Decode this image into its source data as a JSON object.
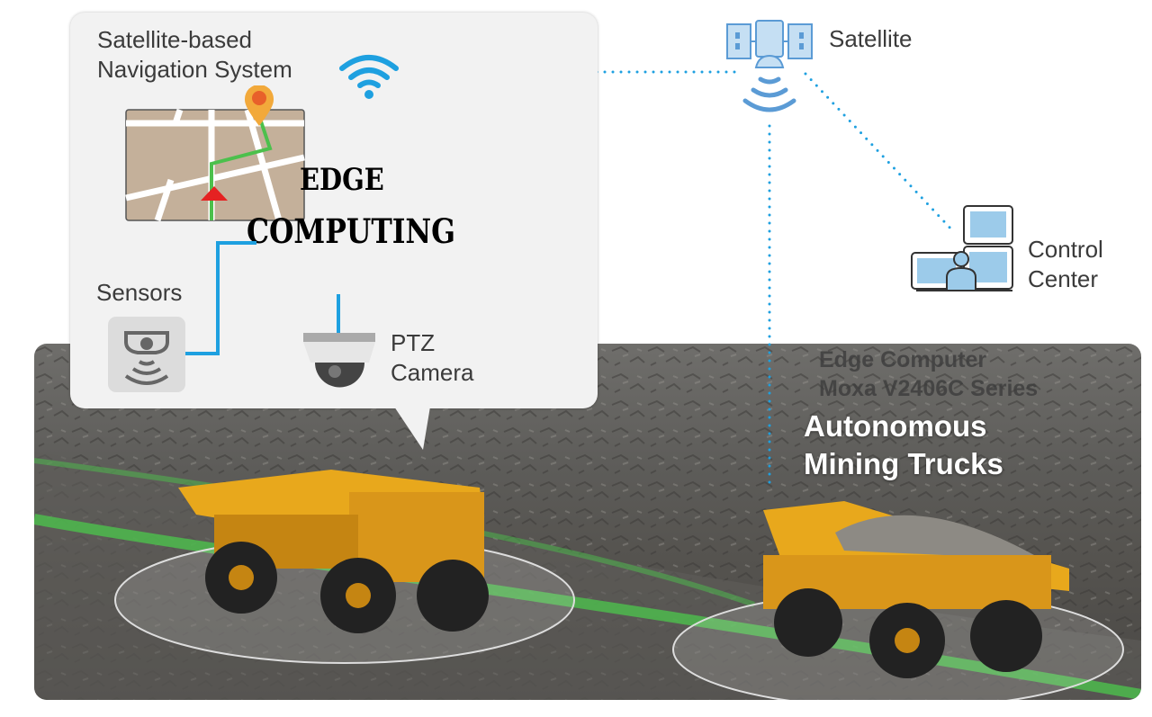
{
  "callout": {
    "nav_label_line1": "Satellite-based",
    "nav_label_line2": "Navigation System",
    "edge_line1": "EDGE",
    "edge_line2": "COMPUTING",
    "sensors_label": "Sensors",
    "camera_label_line1": "PTZ",
    "camera_label_line2": "Camera"
  },
  "satellite_label": "Satellite",
  "control_center": {
    "line1": "Control",
    "line2": "Center"
  },
  "photo": {
    "faded_line1": "Edge Computer",
    "faded_line2": "Moxa V2406C Series",
    "title_line1": "Autonomous",
    "title_line2": "Mining Trucks"
  },
  "colors": {
    "link": "#1ea0e0",
    "icon_blue": "#5b9bd5",
    "route": "#4cc04c",
    "truck": "#e8a81c"
  }
}
